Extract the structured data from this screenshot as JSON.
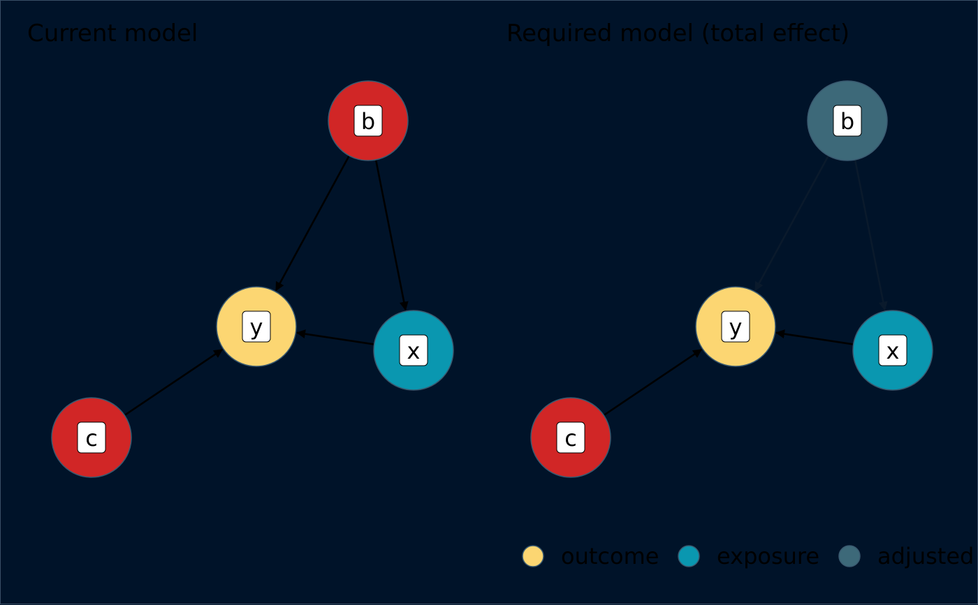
{
  "panels": [
    {
      "title": "Current model",
      "nodes": [
        {
          "id": "b",
          "label": "b",
          "role": "other"
        },
        {
          "id": "y",
          "label": "y",
          "role": "outcome"
        },
        {
          "id": "x",
          "label": "x",
          "role": "exposure"
        },
        {
          "id": "c",
          "label": "c",
          "role": "other"
        }
      ],
      "edges": [
        {
          "from": "b",
          "to": "y",
          "style": "strong"
        },
        {
          "from": "b",
          "to": "x",
          "style": "strong"
        },
        {
          "from": "x",
          "to": "y",
          "style": "strong"
        },
        {
          "from": "c",
          "to": "y",
          "style": "strong"
        }
      ]
    },
    {
      "title": "Required model (total effect)",
      "nodes": [
        {
          "id": "b",
          "label": "b",
          "role": "adjusted"
        },
        {
          "id": "y",
          "label": "y",
          "role": "outcome"
        },
        {
          "id": "x",
          "label": "x",
          "role": "exposure"
        },
        {
          "id": "c",
          "label": "c",
          "role": "other"
        }
      ],
      "edges": [
        {
          "from": "b",
          "to": "y",
          "style": "faded"
        },
        {
          "from": "b",
          "to": "x",
          "style": "faded"
        },
        {
          "from": "x",
          "to": "y",
          "style": "strong"
        },
        {
          "from": "c",
          "to": "y",
          "style": "strong"
        }
      ]
    }
  ],
  "legend": [
    {
      "role": "outcome",
      "label": "outcome"
    },
    {
      "role": "exposure",
      "label": "exposure"
    },
    {
      "role": "adjusted",
      "label": "adjusted"
    }
  ],
  "colors": {
    "background": "#001329",
    "outcome": "#FCD672",
    "exposure": "#0A97B0",
    "adjusted": "#3D6979",
    "other": "#D12626",
    "node_stroke": "#3A5A70",
    "edge_strong": "#000000",
    "edge_faded": "#0A1A2C"
  }
}
